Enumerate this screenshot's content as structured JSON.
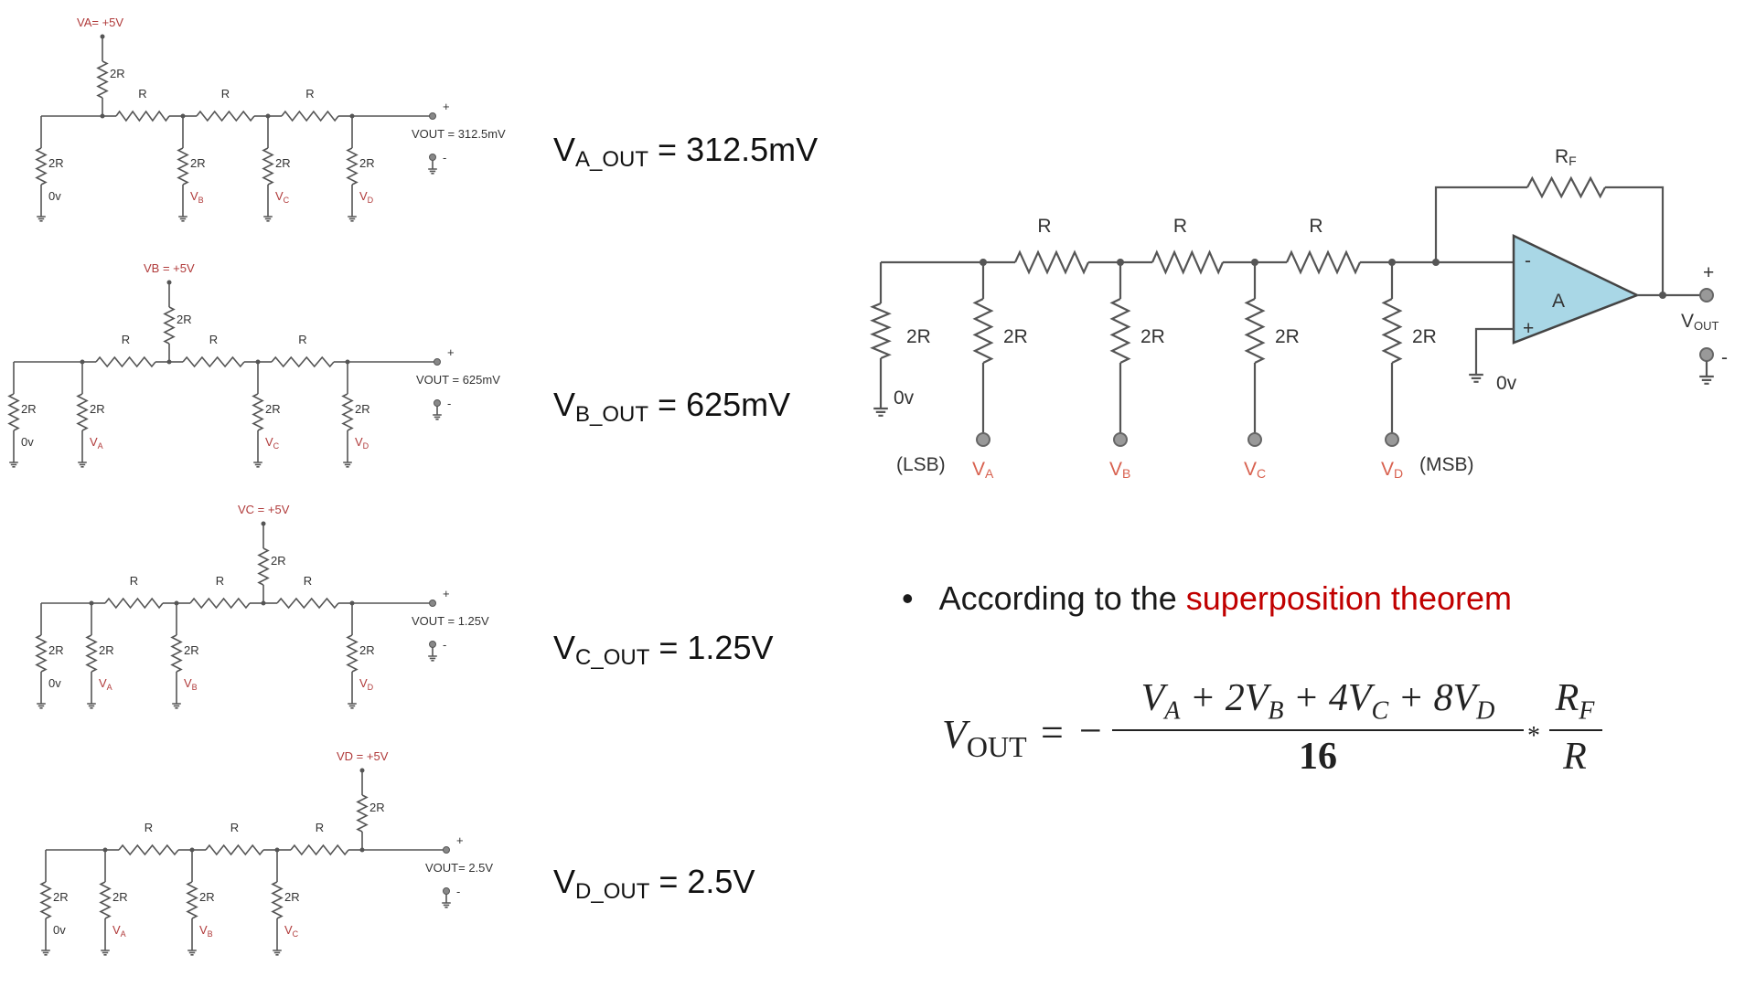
{
  "small_circuits": [
    {
      "source_label": "VA= +5V",
      "vout_label": "VOUT = 312.5mV",
      "grounded": [
        "VB",
        "VC",
        "VD"
      ],
      "zero_label": "0v"
    },
    {
      "source_label": "VB = +5V",
      "vout_label": "VOUT = 625mV",
      "grounded": [
        "VA",
        "VC",
        "VD"
      ],
      "zero_label": "0v"
    },
    {
      "source_label": "VC = +5V",
      "vout_label": "VOUT = 1.25V",
      "grounded": [
        "VA",
        "VB",
        "VD"
      ],
      "zero_label": "0v"
    },
    {
      "source_label": "VD = +5V",
      "vout_label": "VOUT= 2.5V",
      "grounded": [
        "VA",
        "VB",
        "VC"
      ],
      "zero_label": "0v"
    }
  ],
  "resistor_labels": {
    "r": "R",
    "two_r": "2R",
    "rf": "RF"
  },
  "results": [
    {
      "main": "V",
      "sub": "A_OUT",
      "value": "= 312.5mV"
    },
    {
      "main": "V",
      "sub": "B_OUT",
      "value": "= 625mV"
    },
    {
      "main": "V",
      "sub": "C_OUT",
      "value": "= 1.25V"
    },
    {
      "main": "V",
      "sub": "D_OUT",
      "value": "= 2.5V"
    }
  ],
  "dac": {
    "opamp_label": "A",
    "minus_sign": "-",
    "plus_sign": "+",
    "vout_label": "VOUT",
    "zero_label": "0v",
    "ground_zero": "0v",
    "lsb": "(LSB)",
    "msb": "(MSB)",
    "inputs": [
      "VA",
      "VB",
      "VC",
      "VD"
    ],
    "colors": {
      "opamp_fill": "#a9d7e6",
      "opamp_text": "#2f6fb3",
      "input_label": "#d8614f"
    }
  },
  "bullet": {
    "symbol": "•",
    "text": "According to the ",
    "highlight": "superposition theorem"
  },
  "formula": {
    "lhs_main": "V",
    "lhs_sub": "OUT",
    "equals": "=",
    "minus": "−",
    "numerator": "V_A + 2V_B + 4V_C + 8V_D",
    "denominator": "16",
    "times": "*",
    "ratio_num": "R_F",
    "ratio_den": "R"
  }
}
